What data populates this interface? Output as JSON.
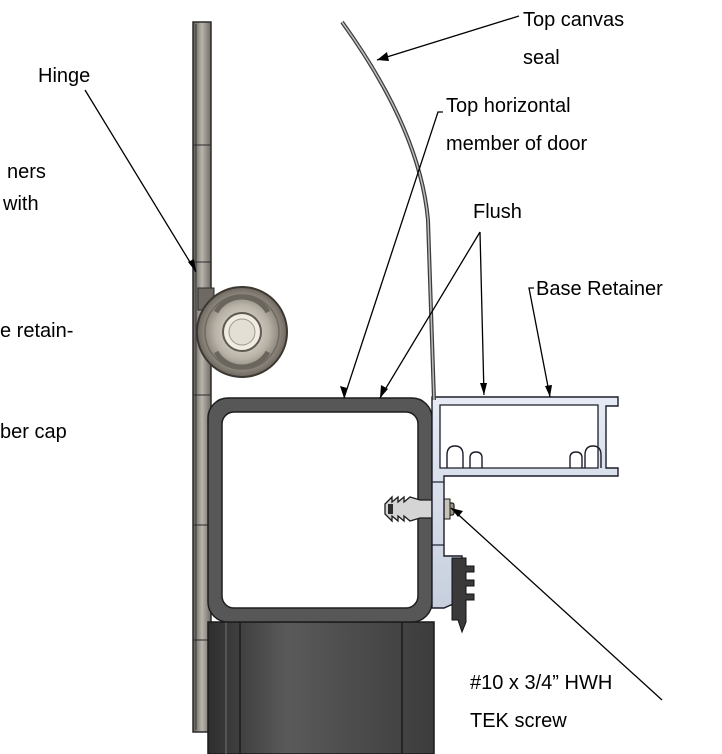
{
  "labels": {
    "hinge": "Hinge",
    "top_canvas_seal_1": "Top canvas",
    "top_canvas_seal_2": "seal",
    "top_horizontal_1": "Top horizontal",
    "top_horizontal_2": "member of door",
    "flush": "Flush",
    "base_retainer": "Base Retainer",
    "screw_1": "#10 x 3/4” HWH",
    "screw_2": "TEK screw",
    "cut_1": "ners",
    "cut_2": "with",
    "cut_3": "e retain-",
    "cut_4": "ber cap"
  }
}
